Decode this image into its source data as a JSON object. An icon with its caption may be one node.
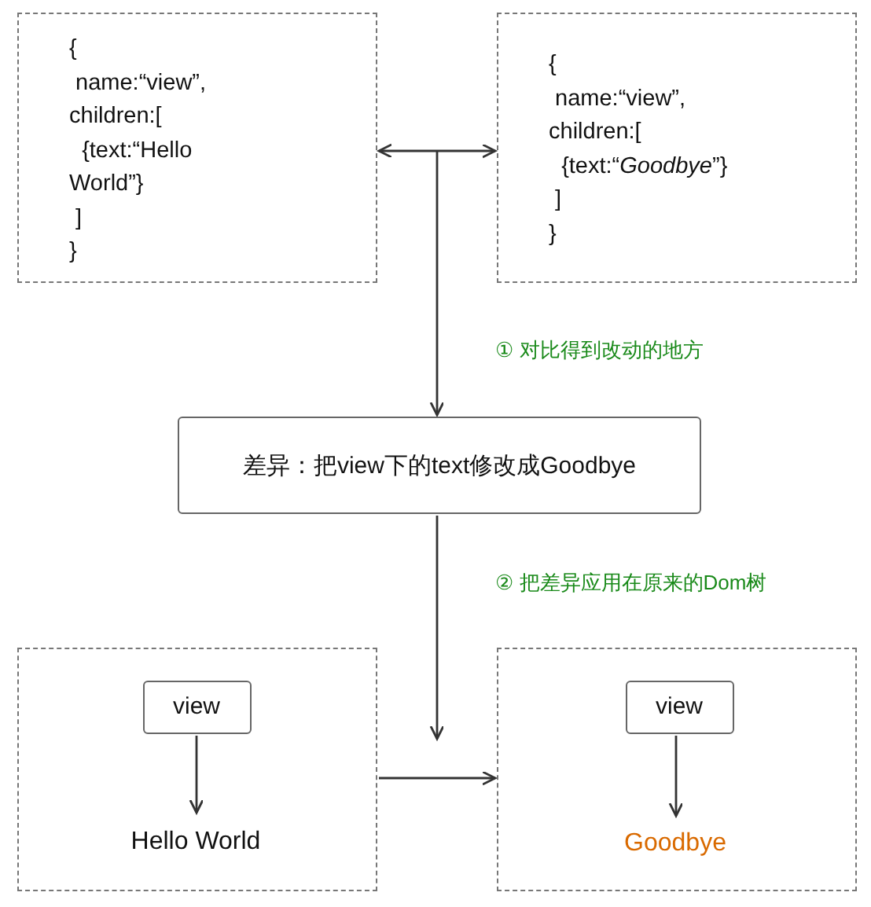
{
  "diagram": {
    "nodes": [
      {
        "text": [
          "{",
          " name:“view”,",
          "children:[",
          "  {text:“Hello World”}",
          " ]",
          "}"
        ]
      },
      {
        "text": [
          "{",
          " name:“view”,",
          "children:[",
          "  {text:“*Goodbye*”}",
          " ]",
          "}"
        ]
      },
      {
        "text": [
          "差异：把view下的text修改成Goodbye"
        ]
      },
      {
        "text": [],
        "shape": "box"
      },
      {
        "text": [
          "view"
        ],
        "in": 3
      },
      {
        "text": [
          "Hello World"
        ],
        "in": 3
      },
      {
        "text": [],
        "shape": "box"
      },
      {
        "text": [
          "view"
        ],
        "in": 6
      },
      {
        "text": [
          "Goodbye"
        ],
        "in": 6
      }
    ],
    "edges": [
      {
        "from": 0,
        "to": 1,
        "arrow": "both"
      },
      {
        "from": null,
        "to": 2,
        "arrow": "to",
        "label": "① 对比得到改动的地方"
      },
      {
        "from": 2,
        "to": null,
        "arrow": "to",
        "label": "② 把差异应用在原来的Dom树"
      },
      {
        "from": 3,
        "to": 6,
        "arrow": "to"
      },
      {
        "from": 4,
        "to": 5,
        "arrow": "to"
      },
      {
        "from": 7,
        "to": 8,
        "arrow": "to"
      }
    ]
  }
}
